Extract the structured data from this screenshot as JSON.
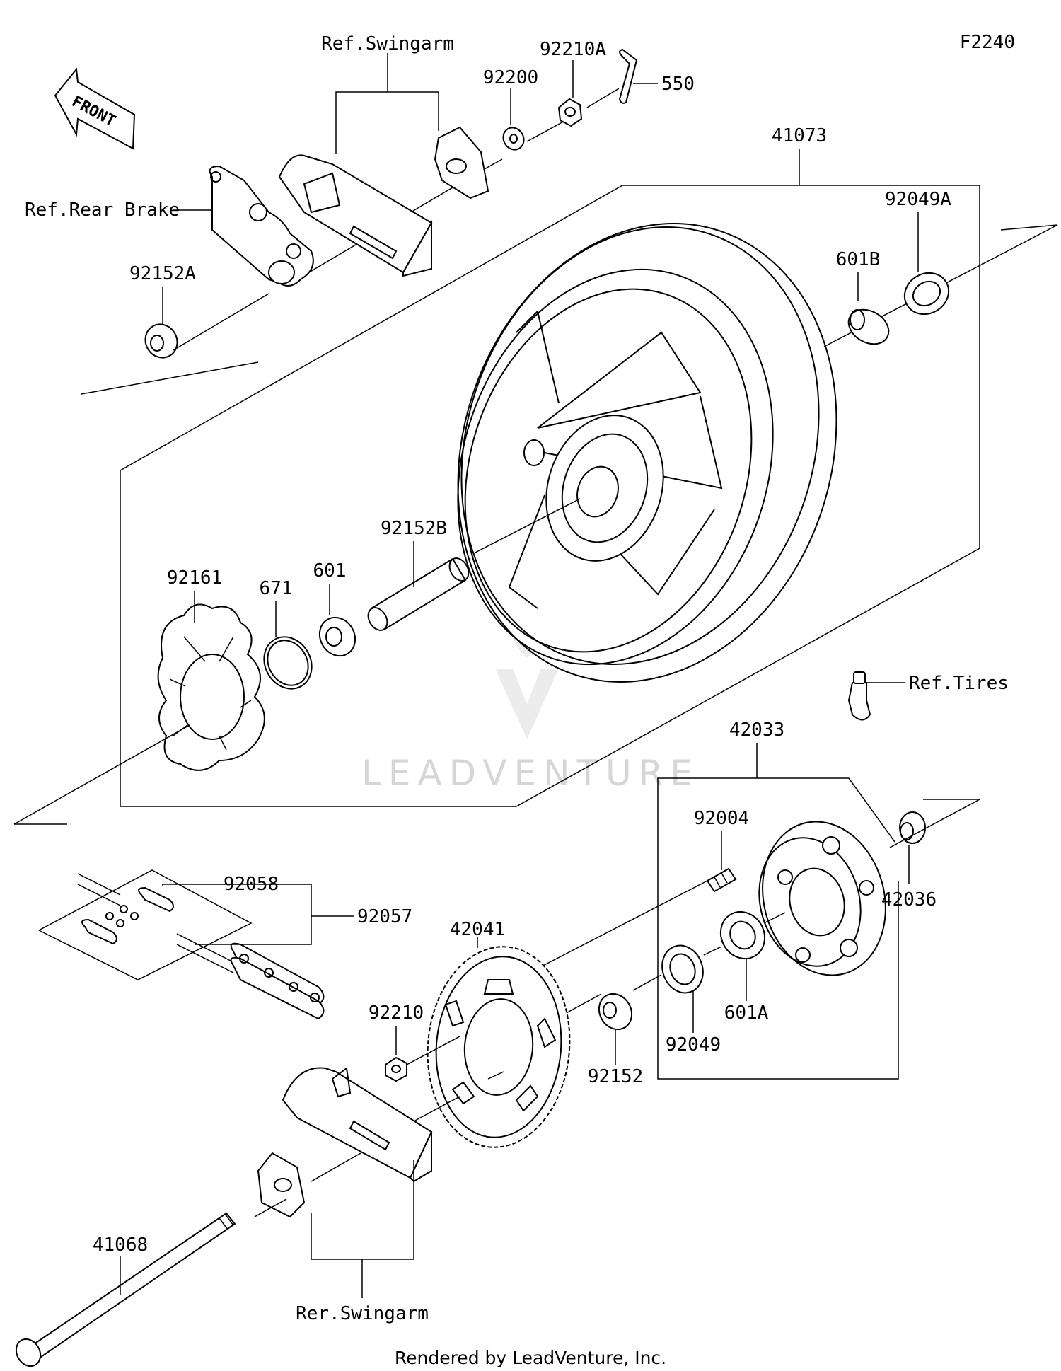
{
  "figure_code": "F2240",
  "front_label": "FRONT",
  "footer": "Rendered by LeadVenture, Inc.",
  "watermark": "LEADVENTURE",
  "callouts": {
    "ref_swingarm": "Ref.Swingarm",
    "ref_rear_brake": "Ref.Rear Brake",
    "ref_tires": "Ref.Tires",
    "rer_swingarm": "Rer.Swingarm",
    "p92210A": "92210A",
    "p92200": "92200",
    "p550": "550",
    "p41073": "41073",
    "p92049A": "92049A",
    "p601B": "601B",
    "p92152A": "92152A",
    "p92152B": "92152B",
    "p92161": "92161",
    "p671": "671",
    "p601": "601",
    "p42033": "42033",
    "p92004": "92004",
    "p42036": "42036",
    "p92058": "92058",
    "p92057": "92057",
    "p42041": "42041",
    "p92210": "92210",
    "p92152": "92152",
    "p92049": "92049",
    "p601A": "601A",
    "p41068": "41068"
  }
}
